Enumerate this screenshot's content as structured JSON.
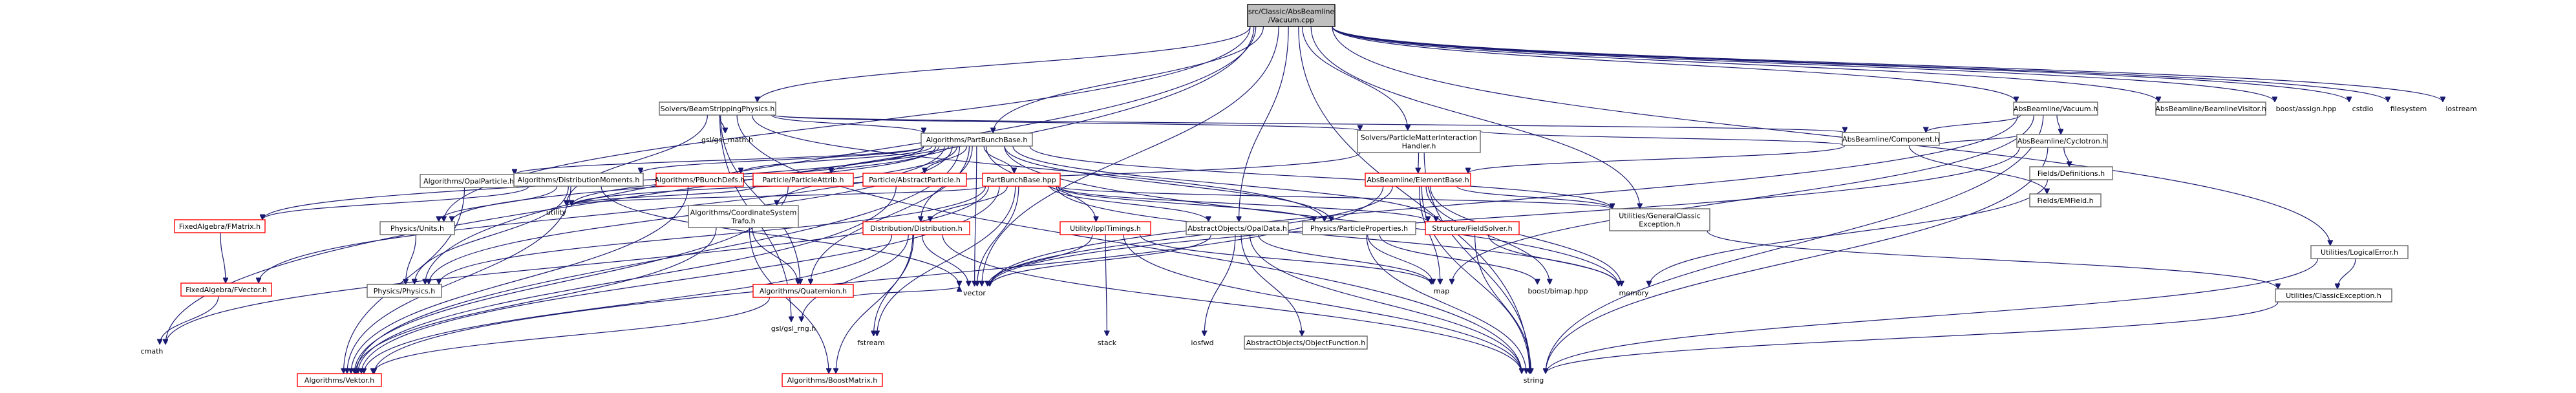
{
  "nodes": [
    {
      "id": "root",
      "lines": [
        "src/Classic/AbsBeamline",
        "/Vacuum.cpp"
      ],
      "kind": "root"
    },
    {
      "id": "solvers_bsp",
      "lines": [
        "Solvers/BeamStrippingPhysics.h"
      ],
      "kind": "normal"
    },
    {
      "id": "absbeamline_vacuum",
      "lines": [
        "AbsBeamline/Vacuum.h"
      ],
      "kind": "normal"
    },
    {
      "id": "beamlinevisitor",
      "lines": [
        "AbsBeamline/BeamlineVisitor.h"
      ],
      "kind": "normal"
    },
    {
      "id": "boost_assign",
      "lines": [
        "boost/assign.hpp"
      ],
      "kind": "plain"
    },
    {
      "id": "cstdio",
      "lines": [
        "cstdio"
      ],
      "kind": "plain"
    },
    {
      "id": "filesystem",
      "lines": [
        "filesystem"
      ],
      "kind": "plain"
    },
    {
      "id": "iostream",
      "lines": [
        "iostream"
      ],
      "kind": "plain"
    },
    {
      "id": "gsl_math",
      "lines": [
        "gsl/gsl_math.h"
      ],
      "kind": "plain"
    },
    {
      "id": "partbunchbase_h",
      "lines": [
        "Algorithms/PartBunchBase.h"
      ],
      "kind": "normal"
    },
    {
      "id": "pmi_handler",
      "lines": [
        "Solvers/ParticleMatterInteraction",
        "Handler.h"
      ],
      "kind": "normal"
    },
    {
      "id": "component_h",
      "lines": [
        "AbsBeamline/Component.h"
      ],
      "kind": "normal"
    },
    {
      "id": "cyclotron_h",
      "lines": [
        "AbsBeamline/Cyclotron.h"
      ],
      "kind": "normal"
    },
    {
      "id": "fields_defs",
      "lines": [
        "Fields/Definitions.h"
      ],
      "kind": "normal"
    },
    {
      "id": "fields_emfield",
      "lines": [
        "Fields/EMField.h"
      ],
      "kind": "normal"
    },
    {
      "id": "elementbase",
      "lines": [
        "AbsBeamline/ElementBase.h"
      ],
      "kind": "missing"
    },
    {
      "id": "opalparticle",
      "lines": [
        "Algorithms/OpalParticle.h"
      ],
      "kind": "normal"
    },
    {
      "id": "distmoments",
      "lines": [
        "Algorithms/DistributionMoments.h"
      ],
      "kind": "normal"
    },
    {
      "id": "pbunchdefs",
      "lines": [
        "Algorithms/PBunchDefs.h"
      ],
      "kind": "missing"
    },
    {
      "id": "particleattrib",
      "lines": [
        "Particle/ParticleAttrib.h"
      ],
      "kind": "missing"
    },
    {
      "id": "abstractparticle",
      "lines": [
        "Particle/AbstractParticle.h"
      ],
      "kind": "missing"
    },
    {
      "id": "partbunchbase_hpp",
      "lines": [
        "PartBunchBase.hpp"
      ],
      "kind": "missing"
    },
    {
      "id": "utility",
      "lines": [
        "utility"
      ],
      "kind": "plain"
    },
    {
      "id": "fmatrix",
      "lines": [
        "FixedAlgebra/FMatrix.h"
      ],
      "kind": "missing"
    },
    {
      "id": "physics_units",
      "lines": [
        "Physics/Units.h"
      ],
      "kind": "normal"
    },
    {
      "id": "coordsys",
      "lines": [
        "Algorithms/CoordinateSystem",
        "Trafo.h"
      ],
      "kind": "normal"
    },
    {
      "id": "distribution",
      "lines": [
        "Distribution/Distribution.h"
      ],
      "kind": "missing"
    },
    {
      "id": "ipltimings",
      "lines": [
        "Utility/IpplTimings.h"
      ],
      "kind": "missing"
    },
    {
      "id": "opaldata",
      "lines": [
        "AbstractObjects/OpalData.h"
      ],
      "kind": "normal"
    },
    {
      "id": "particleprops",
      "lines": [
        "Physics/ParticleProperties.h"
      ],
      "kind": "normal"
    },
    {
      "id": "fieldsolver",
      "lines": [
        "Structure/FieldSolver.h"
      ],
      "kind": "missing"
    },
    {
      "id": "generalclassicexc",
      "lines": [
        "Utilities/GeneralClassic",
        "Exception.h"
      ],
      "kind": "normal"
    },
    {
      "id": "logicalerror",
      "lines": [
        "Utilities/LogicalError.h"
      ],
      "kind": "normal"
    },
    {
      "id": "classicexc",
      "lines": [
        "Utilities/ClassicException.h"
      ],
      "kind": "normal"
    },
    {
      "id": "fvector",
      "lines": [
        "FixedAlgebra/FVector.h"
      ],
      "kind": "missing"
    },
    {
      "id": "physics_physics",
      "lines": [
        "Physics/Physics.h"
      ],
      "kind": "normal"
    },
    {
      "id": "quaternion",
      "lines": [
        "Algorithms/Quaternion.h"
      ],
      "kind": "missing"
    },
    {
      "id": "gsl_rng",
      "lines": [
        "gsl/gsl_rng.h"
      ],
      "kind": "plain"
    },
    {
      "id": "fstream",
      "lines": [
        "fstream"
      ],
      "kind": "plain"
    },
    {
      "id": "vector",
      "lines": [
        "vector"
      ],
      "kind": "plain"
    },
    {
      "id": "stack",
      "lines": [
        "stack"
      ],
      "kind": "plain"
    },
    {
      "id": "iosfwd",
      "lines": [
        "iosfwd"
      ],
      "kind": "plain"
    },
    {
      "id": "objectfunction",
      "lines": [
        "AbstractObjects/ObjectFunction.h"
      ],
      "kind": "normal"
    },
    {
      "id": "map",
      "lines": [
        "map"
      ],
      "kind": "plain"
    },
    {
      "id": "boost_bimap",
      "lines": [
        "boost/bimap.hpp"
      ],
      "kind": "plain"
    },
    {
      "id": "memory",
      "lines": [
        "memory"
      ],
      "kind": "plain"
    },
    {
      "id": "cmath",
      "lines": [
        "cmath"
      ],
      "kind": "plain"
    },
    {
      "id": "vektor",
      "lines": [
        "Algorithms/Vektor.h"
      ],
      "kind": "missing"
    },
    {
      "id": "boostmatrix",
      "lines": [
        "Algorithms/BoostMatrix.h"
      ],
      "kind": "missing"
    },
    {
      "id": "string",
      "lines": [
        "string"
      ],
      "kind": "plain"
    }
  ],
  "edges": [
    [
      "root",
      "solvers_bsp"
    ],
    [
      "root",
      "absbeamline_vacuum"
    ],
    [
      "root",
      "beamlinevisitor"
    ],
    [
      "root",
      "boost_assign"
    ],
    [
      "root",
      "cstdio"
    ],
    [
      "root",
      "filesystem"
    ],
    [
      "root",
      "iostream"
    ],
    [
      "root",
      "partbunchbase_h"
    ],
    [
      "root",
      "pmi_handler"
    ],
    [
      "root",
      "logicalerror"
    ],
    [
      "root",
      "generalclassicexc"
    ],
    [
      "root",
      "opaldata"
    ],
    [
      "root",
      "physics_physics"
    ],
    [
      "root",
      "physics_units"
    ],
    [
      "root",
      "cmath"
    ],
    [
      "root",
      "string"
    ],
    [
      "root",
      "vector"
    ],
    [
      "solvers_bsp",
      "gsl_math"
    ],
    [
      "solvers_bsp",
      "partbunchbase_h"
    ],
    [
      "solvers_bsp",
      "pmi_handler"
    ],
    [
      "solvers_bsp",
      "component_h"
    ],
    [
      "solvers_bsp",
      "utility"
    ],
    [
      "solvers_bsp",
      "gsl_rng"
    ],
    [
      "solvers_bsp",
      "string"
    ],
    [
      "solvers_bsp",
      "particleprops"
    ],
    [
      "solvers_bsp",
      "quaternion"
    ],
    [
      "absbeamline_vacuum",
      "cyclotron_h"
    ],
    [
      "absbeamline_vacuum",
      "component_h"
    ],
    [
      "absbeamline_vacuum",
      "string"
    ],
    [
      "absbeamline_vacuum",
      "map"
    ],
    [
      "absbeamline_vacuum",
      "vector"
    ],
    [
      "cyclotron_h",
      "component_h"
    ],
    [
      "cyclotron_h",
      "fields_defs"
    ],
    [
      "cyclotron_h",
      "string"
    ],
    [
      "cyclotron_h",
      "vector"
    ],
    [
      "fields_defs",
      "memory"
    ],
    [
      "component_h",
      "elementbase"
    ],
    [
      "component_h",
      "fields_emfield"
    ],
    [
      "pmi_handler",
      "elementbase"
    ],
    [
      "pmi_handler",
      "string"
    ],
    [
      "pmi_handler",
      "component_h"
    ],
    [
      "pmi_handler",
      "utility"
    ],
    [
      "elementbase",
      "generalclassicexc"
    ],
    [
      "elementbase",
      "boost_bimap"
    ],
    [
      "elementbase",
      "string"
    ],
    [
      "elementbase",
      "map"
    ],
    [
      "elementbase",
      "vector"
    ],
    [
      "elementbase",
      "memory"
    ],
    [
      "elementbase",
      "vektor"
    ],
    [
      "partbunchbase_h",
      "opalparticle"
    ],
    [
      "partbunchbase_h",
      "distmoments"
    ],
    [
      "partbunchbase_h",
      "pbunchdefs"
    ],
    [
      "partbunchbase_h",
      "particleattrib"
    ],
    [
      "partbunchbase_h",
      "abstractparticle"
    ],
    [
      "partbunchbase_h",
      "partbunchbase_hpp"
    ],
    [
      "partbunchbase_h",
      "utility"
    ],
    [
      "partbunchbase_h",
      "fmatrix"
    ],
    [
      "partbunchbase_h",
      "physics_units"
    ],
    [
      "partbunchbase_h",
      "coordsys"
    ],
    [
      "partbunchbase_h",
      "distribution"
    ],
    [
      "partbunchbase_h",
      "ipltimings"
    ],
    [
      "partbunchbase_h",
      "particleprops"
    ],
    [
      "partbunchbase_h",
      "fieldsolver"
    ],
    [
      "partbunchbase_h",
      "fvector"
    ],
    [
      "partbunchbase_h",
      "vektor"
    ],
    [
      "partbunchbase_h",
      "vector"
    ],
    [
      "partbunchbase_h",
      "generalclassicexc"
    ],
    [
      "partbunchbase_h",
      "memory"
    ],
    [
      "partbunchbase_h",
      "quaternion"
    ],
    [
      "partbunchbase_h",
      "physics_physics"
    ],
    [
      "opalparticle",
      "vektor"
    ],
    [
      "distmoments",
      "fmatrix"
    ],
    [
      "distmoments",
      "physics_units"
    ],
    [
      "distmoments",
      "physics_physics"
    ],
    [
      "distmoments",
      "vektor"
    ],
    [
      "distmoments",
      "vector"
    ],
    [
      "pbunchdefs",
      "vektor"
    ],
    [
      "particleattrib",
      "utility"
    ],
    [
      "particleattrib",
      "vektor"
    ],
    [
      "abstractparticle",
      "vektor"
    ],
    [
      "partbunchbase_hpp",
      "distribution"
    ],
    [
      "partbunchbase_hpp",
      "opaldata"
    ],
    [
      "partbunchbase_hpp",
      "particleprops"
    ],
    [
      "partbunchbase_hpp",
      "fieldsolver"
    ],
    [
      "partbunchbase_hpp",
      "generalclassicexc"
    ],
    [
      "partbunchbase_hpp",
      "utility"
    ],
    [
      "partbunchbase_hpp",
      "vector"
    ],
    [
      "partbunchbase_hpp",
      "fstream"
    ],
    [
      "partbunchbase_hpp",
      "memory"
    ],
    [
      "partbunchbase_hpp",
      "vektor"
    ],
    [
      "partbunchbase_hpp",
      "cmath"
    ],
    [
      "partbunchbase_hpp",
      "physics_physics"
    ],
    [
      "fmatrix",
      "fvector"
    ],
    [
      "fvector",
      "cmath"
    ],
    [
      "physics_units",
      "physics_physics"
    ],
    [
      "coordsys",
      "quaternion"
    ],
    [
      "coordsys",
      "boostmatrix"
    ],
    [
      "coordsys",
      "vektor"
    ],
    [
      "quaternion",
      "vektor"
    ],
    [
      "quaternion",
      "vector"
    ],
    [
      "distribution",
      "gsl_rng"
    ],
    [
      "distribution",
      "fstream"
    ],
    [
      "distribution",
      "vector"
    ],
    [
      "distribution",
      "string"
    ],
    [
      "distribution",
      "vektor"
    ],
    [
      "distribution",
      "boostmatrix"
    ],
    [
      "ipltimings",
      "stack"
    ],
    [
      "ipltimings",
      "vector"
    ],
    [
      "ipltimings",
      "string"
    ],
    [
      "ipltimings",
      "map"
    ],
    [
      "opaldata",
      "iosfwd"
    ],
    [
      "opaldata",
      "objectfunction"
    ],
    [
      "opaldata",
      "string"
    ],
    [
      "opaldata",
      "map"
    ],
    [
      "opaldata",
      "vector"
    ],
    [
      "particleprops",
      "boost_bimap"
    ],
    [
      "particleprops",
      "map"
    ],
    [
      "particleprops",
      "string"
    ],
    [
      "fieldsolver",
      "string"
    ],
    [
      "fieldsolver",
      "memory"
    ],
    [
      "generalclassicexc",
      "classicexc"
    ],
    [
      "logicalerror",
      "classicexc"
    ],
    [
      "logicalerror",
      "string"
    ],
    [
      "classicexc",
      "string"
    ]
  ]
}
